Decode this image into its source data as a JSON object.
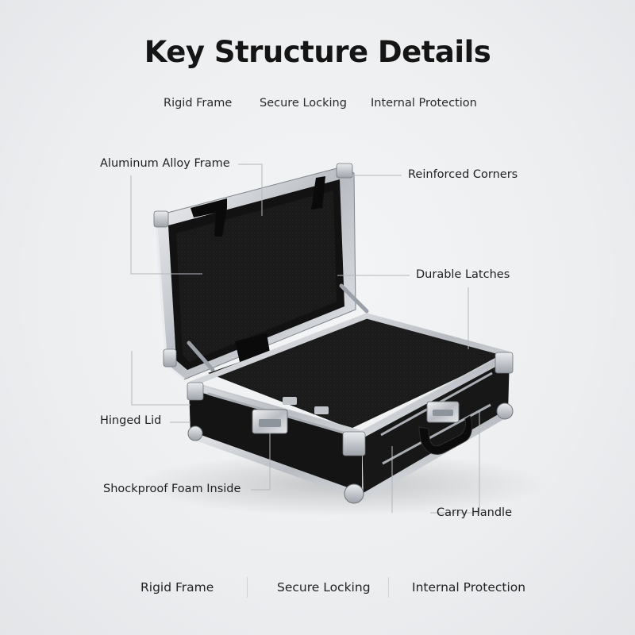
{
  "title": "Key Structure Details",
  "top_features": [
    "Rigid Frame",
    "Secure Locking",
    "Internal Protection"
  ],
  "callouts": {
    "aluminum_frame": "Aluminum Alloy Frame",
    "reinforced_corners": "Reinforced Corners",
    "durable_latches": "Durable Latches",
    "hinged_lid": "Hinged Lid",
    "shockproof_foam": "Shockproof Foam Inside",
    "carry_handle": "Carry Handle"
  },
  "bottom_features": [
    "Rigid Frame",
    "Secure Locking",
    "Internal Protection"
  ],
  "colors": {
    "background": "#eceef0",
    "case_black": "#141414",
    "aluminum": "#c9ccd1",
    "leader_line": "#b4b8bd"
  }
}
